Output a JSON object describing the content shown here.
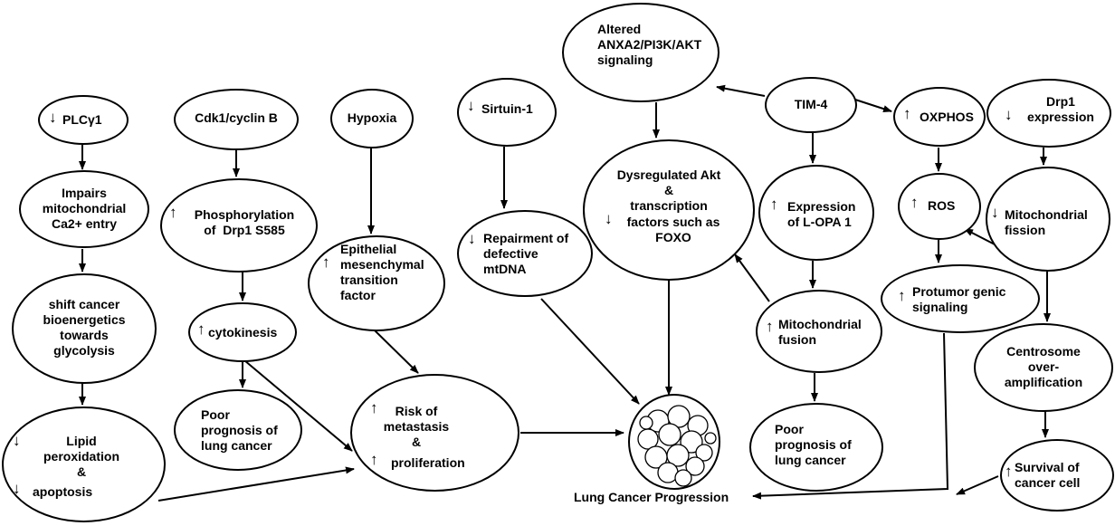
{
  "nodes": {
    "plc": {
      "arrow": "↓",
      "text": "PLCγ1"
    },
    "impairs": {
      "text": "Impairs\nmitochondrial\nCa2+ entry"
    },
    "shift": {
      "text": "shift cancer\nbioenergetics\ntowards\nglycolysis"
    },
    "lipid": {
      "arrow1": "↓",
      "line1": "Lipid\nperoxidation\n&",
      "arrow2": "↓",
      "line2": "apoptosis"
    },
    "cdk": {
      "text": "Cdk1/cyclin B"
    },
    "phos": {
      "arrow": "↑",
      "text": "Phosphorylation\nof  Drp1 S585"
    },
    "cyto": {
      "arrow": "↑",
      "text": "cytokinesis"
    },
    "poor1": {
      "text": "Poor\nprognosis of\nlung cancer"
    },
    "hypoxia": {
      "text": "Hypoxia"
    },
    "emt": {
      "arrow": "↑",
      "text": "Epithelial\nmesenchymal\ntransition\nfactor"
    },
    "risk": {
      "arrow1": "↑",
      "line1": "Risk of\nmetastasis\n&",
      "arrow2": "↑",
      "line2": "proliferation"
    },
    "sirt": {
      "arrow": "↓",
      "text": "Sirtuin-1"
    },
    "repair": {
      "arrow": "↓",
      "text": "Repairment of\ndefective\nmtDNA"
    },
    "altered": {
      "text": "Altered\nANXA2/PI3K/AKT\nsignaling"
    },
    "dysreg": {
      "line1": "Dysregulated Akt\n&\ntranscription",
      "arrow": "↓",
      "line2": "factors such as\nFOXO"
    },
    "tim": {
      "text": "TIM-4"
    },
    "lopa": {
      "arrow": "↑",
      "text": "Expression\nof L-OPA 1"
    },
    "fusion": {
      "arrow": "↑",
      "text": "Mitochondrial\nfusion"
    },
    "poor2": {
      "text": "Poor\nprognosis of\nlung cancer"
    },
    "oxphos": {
      "arrow": "↑",
      "text": "OXPHOS"
    },
    "ros": {
      "arrow": "↑",
      "text": "ROS"
    },
    "protumor": {
      "arrow": "↑",
      "text": "Protumor genic\nsignaling"
    },
    "drp1": {
      "arrow": "↓",
      "text": "Drp1\nexpression"
    },
    "fission": {
      "arrow": "↓",
      "text": "Mitochondrial\nfission"
    },
    "centro": {
      "text": "Centrosome\nover-\namplification"
    },
    "survival": {
      "arrow": "↑",
      "text": "Survival of\ncancer cell"
    }
  },
  "center_label": "Lung Cancer Progression"
}
